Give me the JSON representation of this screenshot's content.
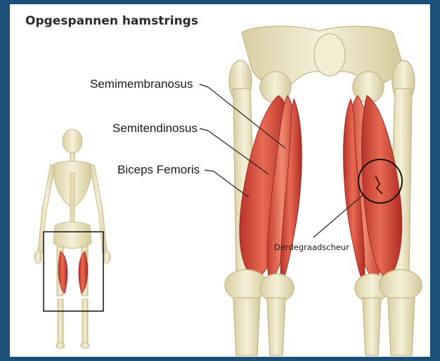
{
  "title": "Opgespannen hamstrings",
  "labels": {
    "semimembranosus": "Semimembranosus",
    "semitendinosus": "Semitendinosus",
    "biceps_femoris": "Biceps Femoris",
    "tear": "Derdegraadscheur"
  },
  "colors": {
    "border": "#1b4f79",
    "bone": "#ece4c2",
    "muscle": "#d9483a",
    "muscle_dark": "#a92a22",
    "line": "#222222"
  },
  "icons": [
    "skeleton-figure-icon",
    "leg-muscles-illustration"
  ]
}
